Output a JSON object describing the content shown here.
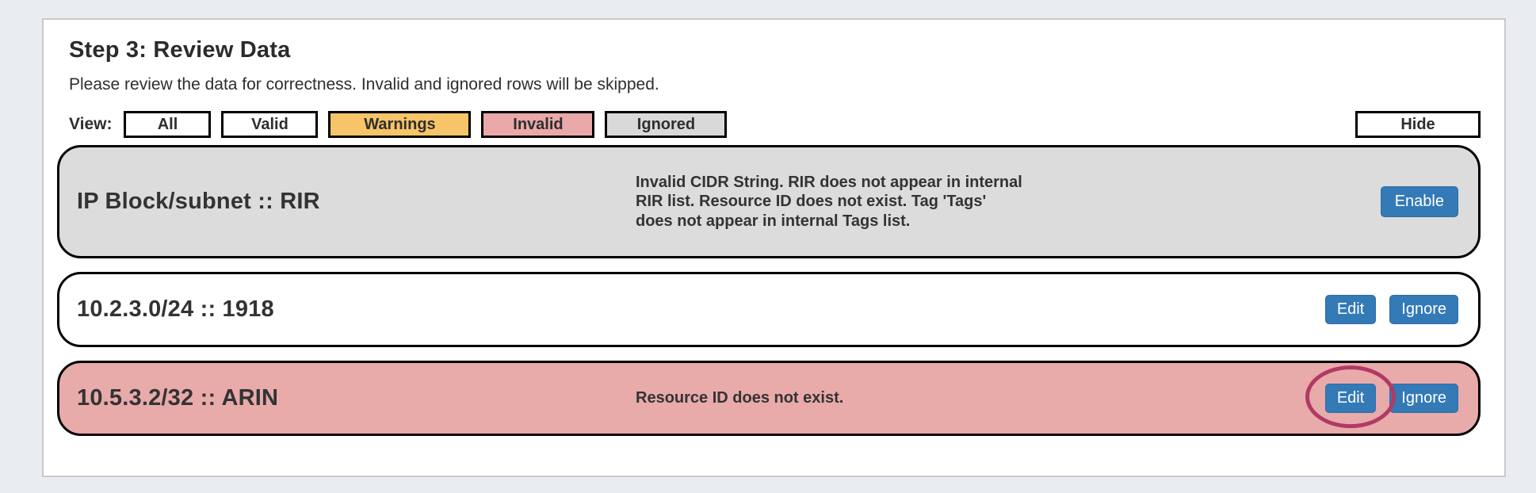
{
  "page": {
    "title": "Step 3: Review Data",
    "subtitle": "Please review the data for correctness. Invalid and ignored rows will be skipped."
  },
  "filters": {
    "view_label": "View:",
    "all_label": "All",
    "valid_label": "Valid",
    "warnings_label": "Warnings",
    "invalid_label": "Invalid",
    "ignored_label": "Ignored",
    "hide_label": "Hide"
  },
  "rows": [
    {
      "label": "IP Block/subnet :: RIR",
      "message": "Invalid CIDR String. RIR does not appear in internal RIR list. Resource ID does not exist. Tag 'Tags' does not appear in internal Tags list.",
      "state": "disabled",
      "actions": [
        "Enable"
      ]
    },
    {
      "label": "10.2.3.0/24 :: 1918",
      "message": "",
      "state": "valid",
      "actions": [
        "Edit",
        "Ignore"
      ]
    },
    {
      "label": "10.5.3.2/32 :: ARIN",
      "message": "Resource ID does not exist.",
      "state": "invalid",
      "actions": [
        "Edit",
        "Ignore"
      ],
      "annotation": "circle-on-edit"
    }
  ],
  "colors": {
    "accent_blue": "#337ab7",
    "warning_bg": "#f7c469",
    "invalid_bg": "#e9aaaa",
    "ignored_bg": "#d9d9d9",
    "annotation_circle": "#b13a64"
  }
}
